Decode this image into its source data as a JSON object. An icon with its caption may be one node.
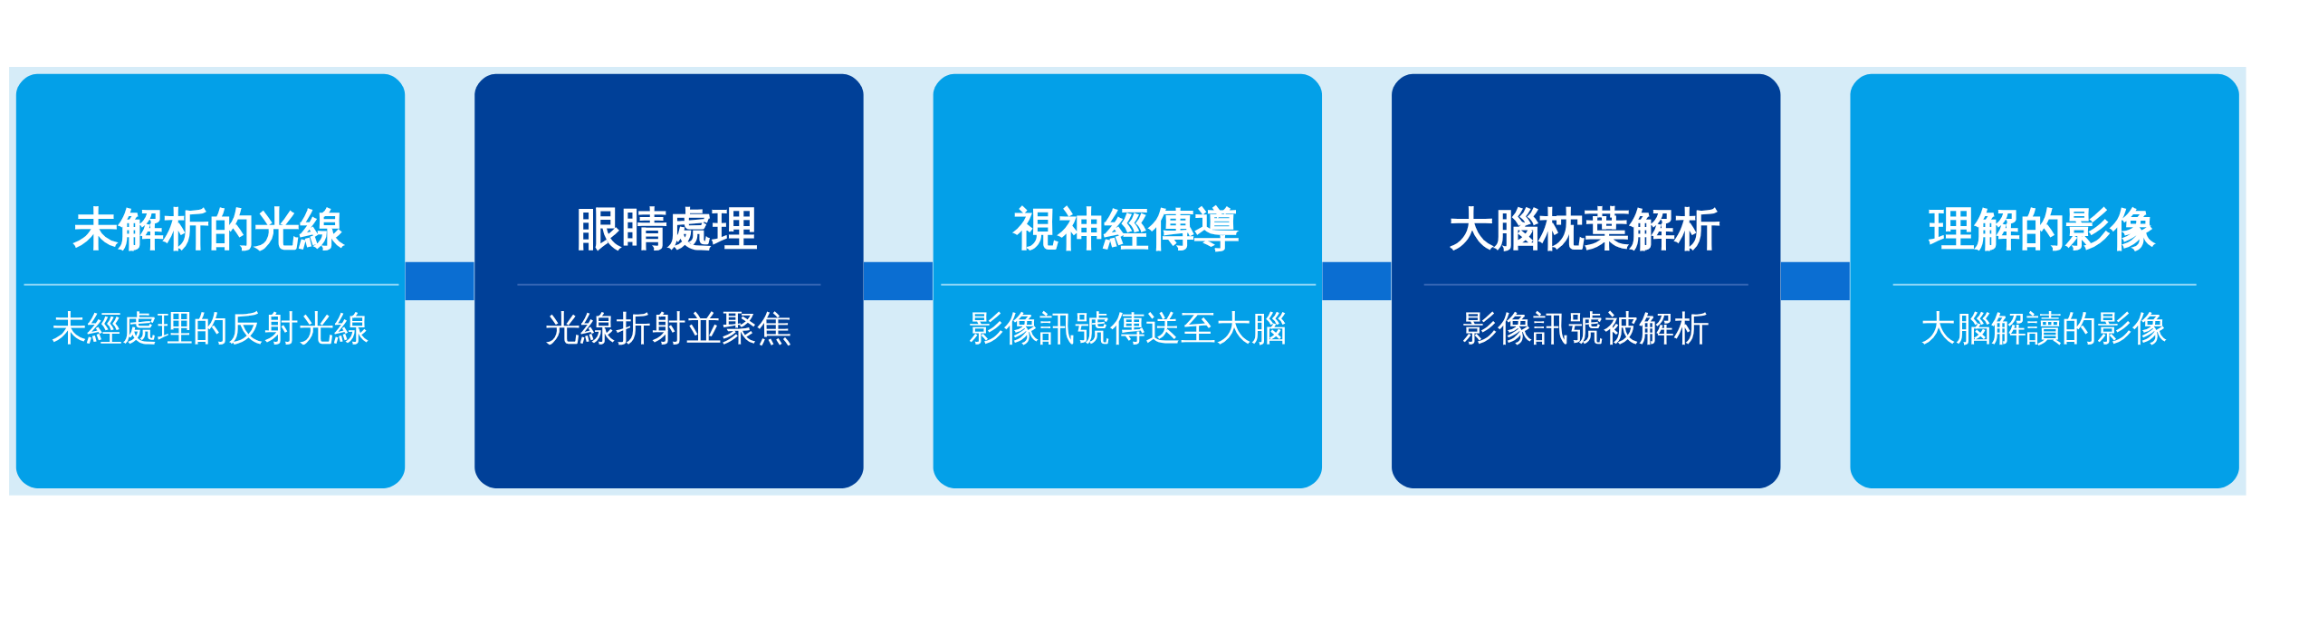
{
  "diagram": {
    "nodes": [
      {
        "text": [
          "未解析的光線",
          "未經處理的反射光線"
        ]
      },
      {
        "text": [
          "眼睛處理",
          "光線折射並聚焦"
        ]
      },
      {
        "text": [
          "視神經傳導",
          "影像訊號傳送至大腦"
        ]
      },
      {
        "text": [
          "大腦枕葉解析",
          "影像訊號被解析"
        ]
      },
      {
        "text": [
          "理解的影像",
          "大腦解讀的影像"
        ]
      }
    ],
    "edges": [
      {
        "from": 0,
        "to": 1,
        "arrow": "none"
      },
      {
        "from": 1,
        "to": 2,
        "arrow": "none"
      },
      {
        "from": 2,
        "to": 3,
        "arrow": "none"
      },
      {
        "from": 3,
        "to": 4,
        "arrow": "none"
      }
    ]
  }
}
